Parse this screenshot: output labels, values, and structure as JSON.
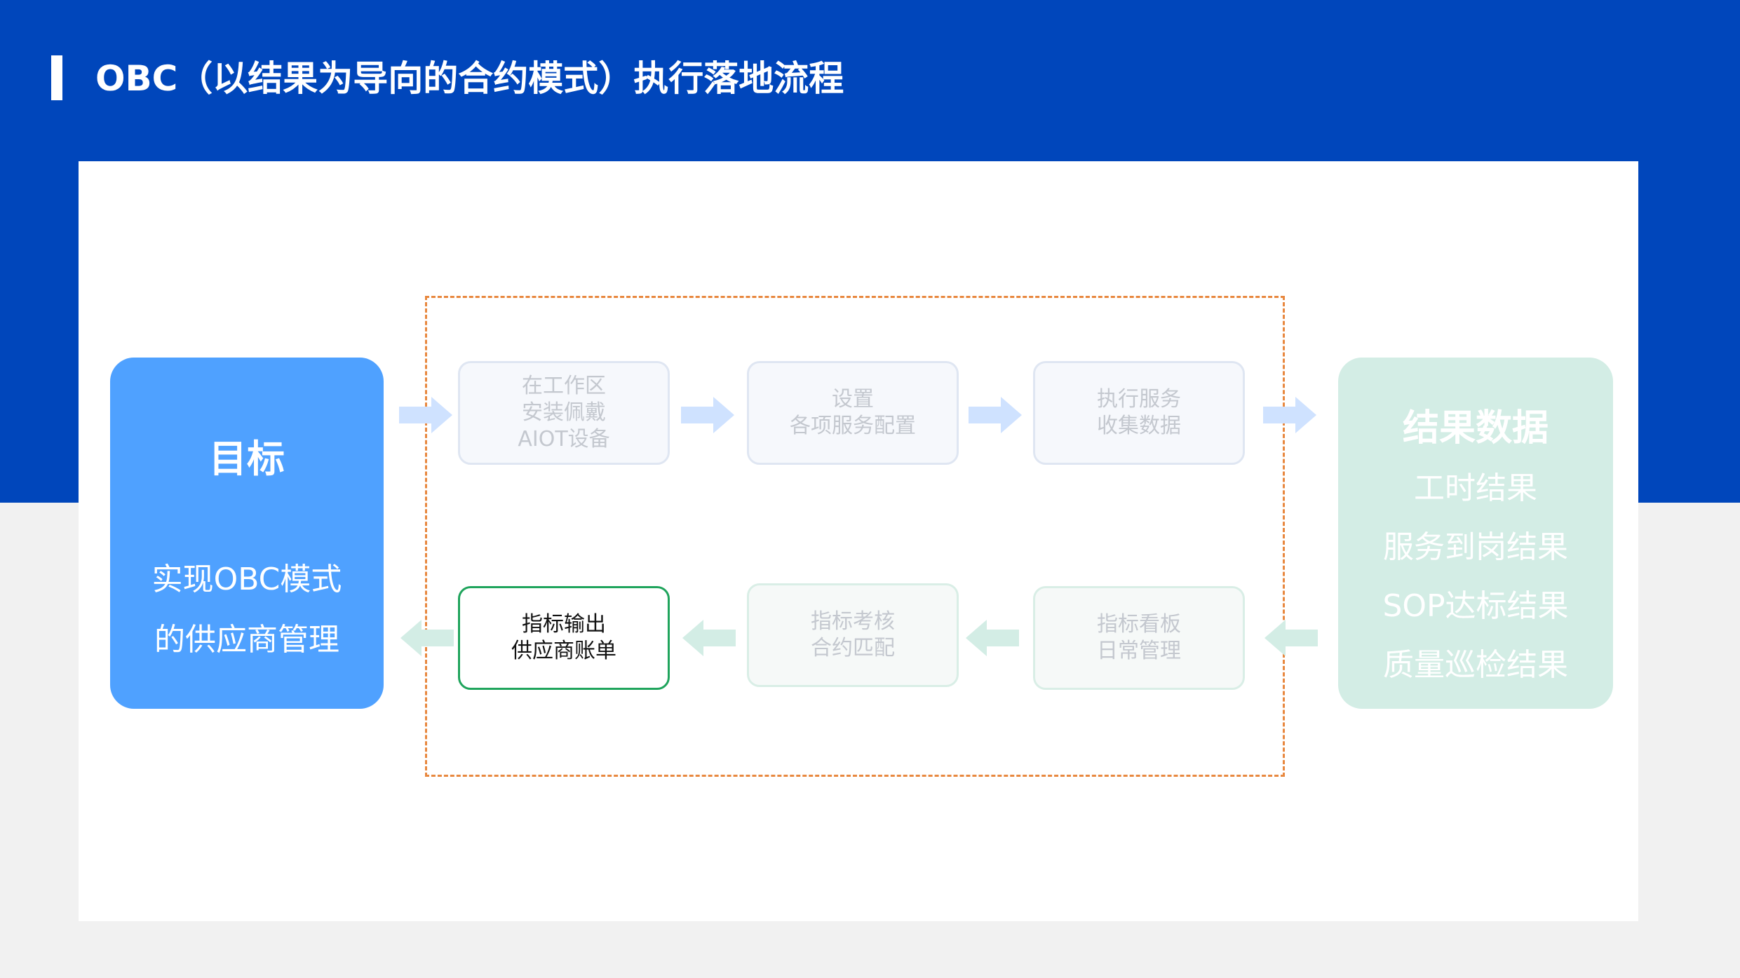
{
  "header": {
    "title": "OBC（以结果为导向的合约模式）执行落地流程"
  },
  "goal": {
    "title": "目标",
    "lines": [
      "实现OBC模式",
      "的供应商管理"
    ]
  },
  "result": {
    "title": "结果数据",
    "lines": [
      "工时结果",
      "服务到岗结果",
      "SOP达标结果",
      "质量巡检结果"
    ]
  },
  "steps_top": [
    {
      "lines": [
        "在工作区",
        "安装佩戴",
        "AIOT设备"
      ]
    },
    {
      "lines": [
        "设置",
        "各项服务配置"
      ]
    },
    {
      "lines": [
        "执行服务",
        "收集数据"
      ]
    }
  ],
  "steps_bottom": [
    {
      "lines": [
        "指标输出",
        "供应商账单"
      ]
    },
    {
      "lines": [
        "指标考核",
        "合约匹配"
      ]
    },
    {
      "lines": [
        "指标看板",
        "日常管理"
      ]
    }
  ],
  "colors": {
    "header_band": "#0046bb",
    "goal_box": "#4fa1ff",
    "result_box": "#d3ede5",
    "dashed_frame": "#e8883f",
    "active_step_border": "#1fa45c",
    "arrow_blue": "#cfe2ff",
    "arrow_green": "#d3ede5"
  }
}
